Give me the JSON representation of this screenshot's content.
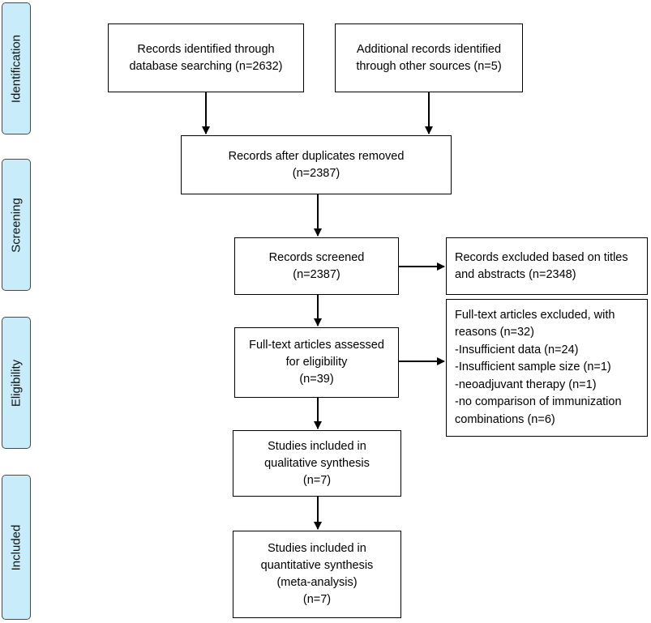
{
  "colors": {
    "phase_fill": "#c9ecfa",
    "phase_border": "#4a4a4a",
    "box_border": "#000000",
    "arrow": "#000000"
  },
  "phases": [
    {
      "id": "identification",
      "label": "Identification"
    },
    {
      "id": "screening",
      "label": "Screening"
    },
    {
      "id": "eligibility",
      "label": "Eligibility"
    },
    {
      "id": "included",
      "label": "Included"
    }
  ],
  "boxes": {
    "database_search": "Records identified through\ndatabase searching (n=2632)",
    "other_sources": "Additional records identified\nthrough other sources (n=5)",
    "duplicates_removed": "Records after duplicates removed\n(n=2387)",
    "records_screened": "Records screened\n(n=2387)",
    "records_excluded": "Records excluded based on titles\nand abstracts (n=2348)",
    "fulltext_assessed": "Full-text articles assessed\nfor eligibility\n(n=39)",
    "fulltext_excluded": "Full-text articles excluded, with\nreasons (n=32)\n-Insufficient data (n=24)\n-Insufficient sample size (n=1)\n-neoadjuvant therapy (n=1)\n-no comparison of immunization\ncombinations (n=6)",
    "qualitative": "Studies included in\nqualitative synthesis\n(n=7)",
    "quantitative": "Studies included in\nquantitative synthesis\n(meta-analysis)\n(n=7)"
  }
}
